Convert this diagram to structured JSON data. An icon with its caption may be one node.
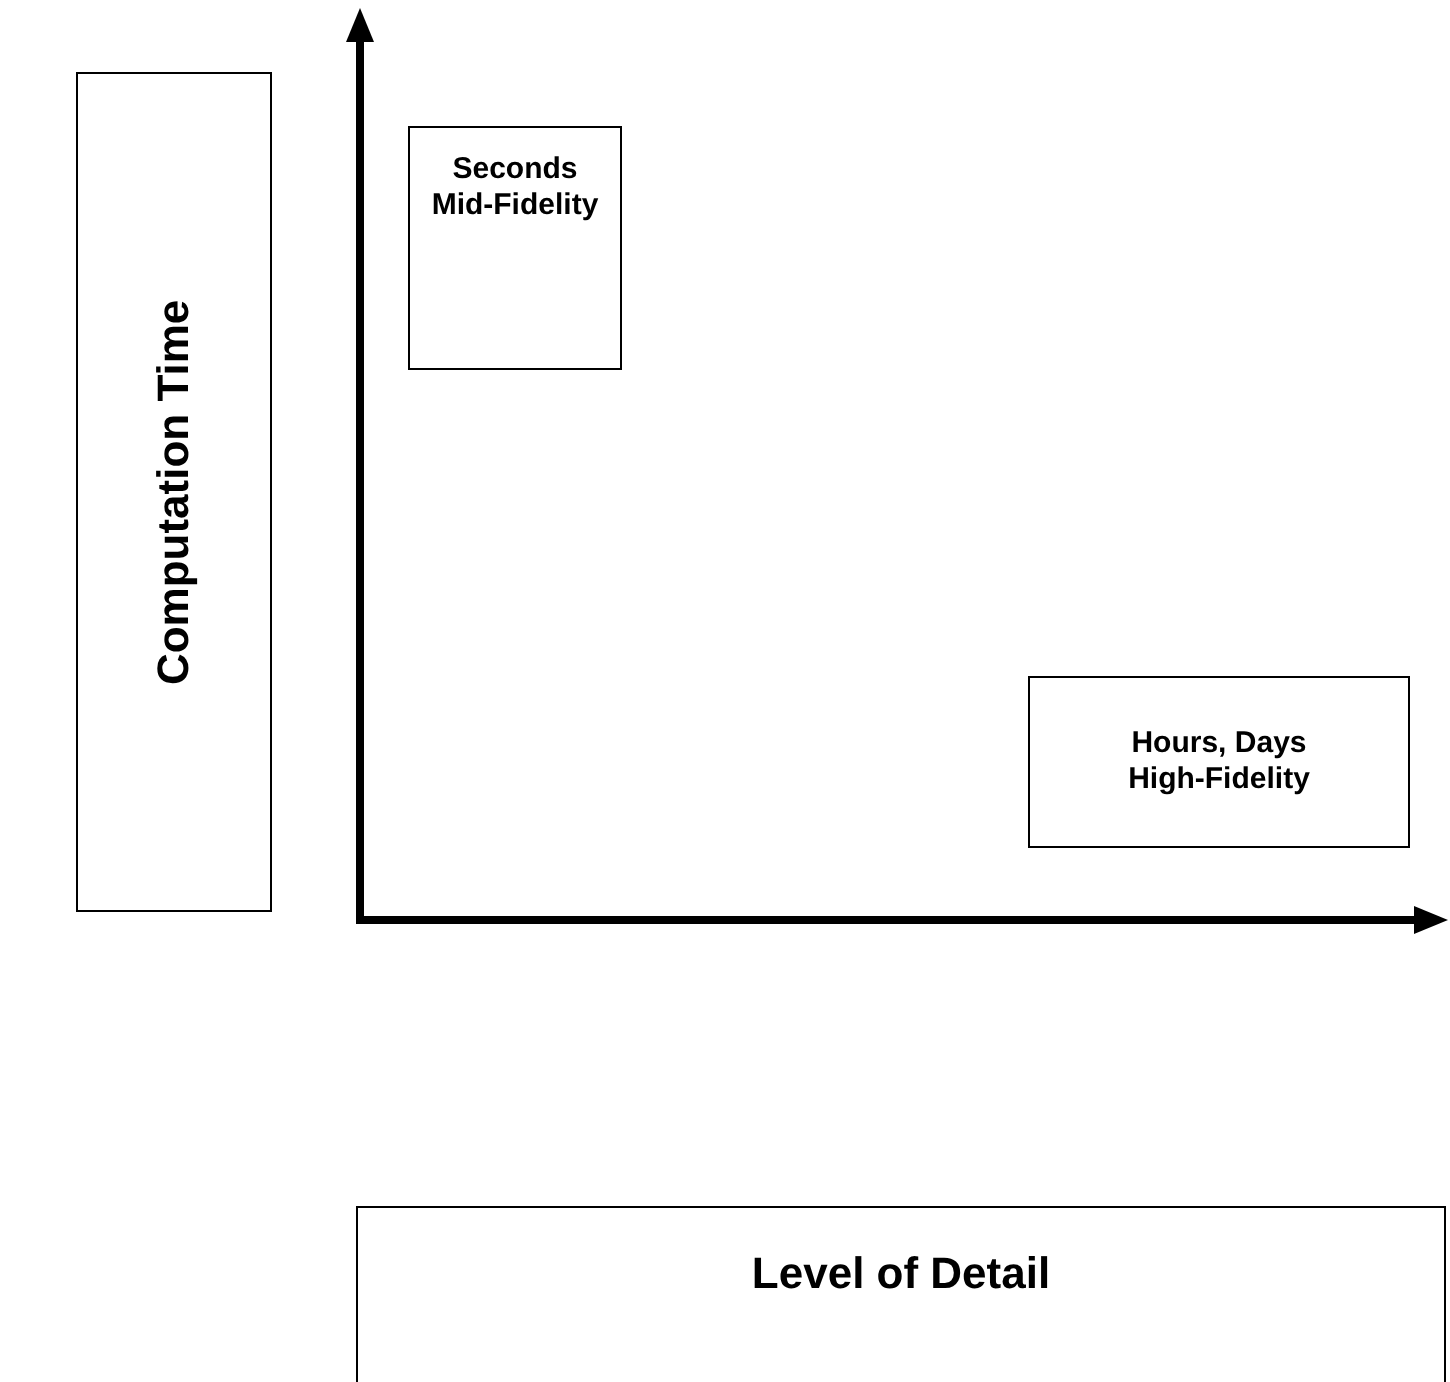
{
  "diagram": {
    "nodes": [
      {
        "text": [
          "Computation Time"
        ]
      },
      {
        "text": [
          "Seconds Mid-Fidelity"
        ]
      },
      {
        "text": [
          "Hours, Days High-Fidelity"
        ]
      },
      {
        "text": [
          "Level of Detail"
        ]
      }
    ],
    "edges": []
  }
}
